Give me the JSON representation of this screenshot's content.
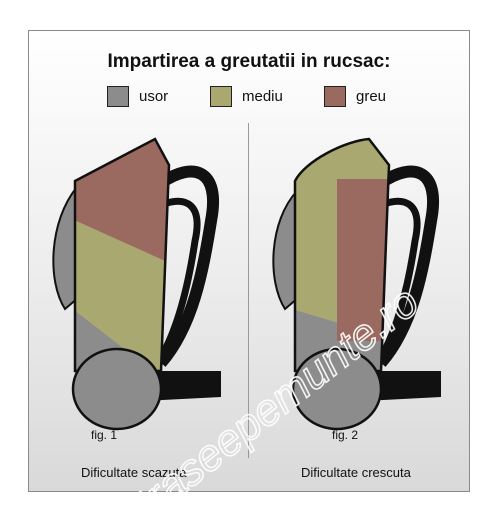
{
  "title": "Impartirea a greutatii in rucsac:",
  "legend": [
    {
      "label": "usor",
      "color": "#8c8c8c"
    },
    {
      "label": "mediu",
      "color": "#a8a870"
    },
    {
      "label": "greu",
      "color": "#9a6a60"
    }
  ],
  "figures": [
    {
      "label": "fig. 1",
      "caption": "Dificultate scazuta"
    },
    {
      "label": "fig. 2",
      "caption": "Dificultate crescuta"
    }
  ],
  "watermark": "traseepemunte.ro"
}
